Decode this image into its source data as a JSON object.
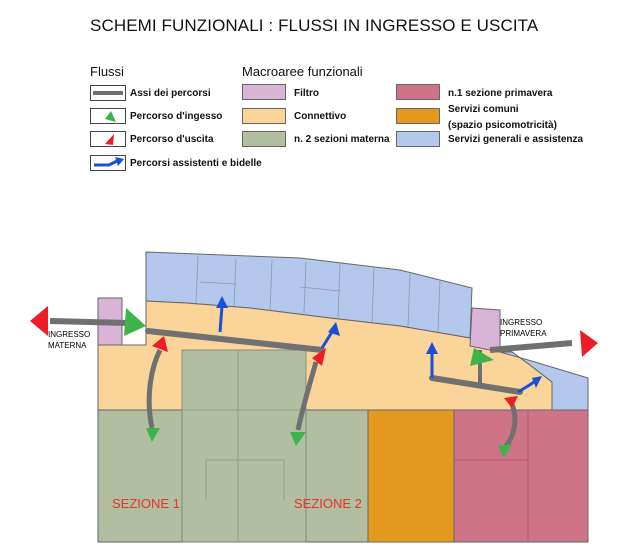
{
  "title": "SCHEMI FUNZIONALI : FLUSSI IN INGRESSO E USCITA",
  "legend": {
    "flows_header": "Flussi",
    "flows": [
      {
        "label": "Assi dei percorsi",
        "icon": "axis-line-icon"
      },
      {
        "label": "Percorso d'ingesso",
        "icon": "green-arrow-icon"
      },
      {
        "label": "Percorso d'uscita",
        "icon": "red-arrow-icon"
      },
      {
        "label": "Percorsi assistenti e bidelle",
        "icon": "blue-arrow-icon"
      }
    ],
    "areas_header": "Macroaree funzionali",
    "areas_col1": [
      {
        "label": "Filtro",
        "color": "#d9b4d6"
      },
      {
        "label": "Connettivo",
        "color": "#fbd49a"
      },
      {
        "label": "n. 2 sezioni materna",
        "color": "#b1bea0"
      }
    ],
    "areas_col2": [
      {
        "label": "n.1 sezione primavera",
        "color": "#cf7388"
      },
      {
        "label_line1": "Servizi comuni",
        "label_line2": "(spazio psicomotricità)",
        "color": "#e4991e"
      },
      {
        "label": "Servizi generali e assistenza",
        "color": "#b3c8ec"
      }
    ]
  },
  "plan": {
    "entrance_left_line1": "INGRESSO",
    "entrance_left_line2": "MATERNA",
    "entrance_right_line1": "INGRESSO",
    "entrance_right_line2": "PRIMAVERA",
    "section1": "SEZIONE 1",
    "section2": "SEZIONE 2"
  },
  "colors": {
    "filtro": "#d9b4d6",
    "connettivo": "#fbd49a",
    "materna": "#b1bea0",
    "primavera": "#cf7388",
    "servizi_comuni": "#e4991e",
    "servizi_generali": "#b3c8ec",
    "axis": "#707070",
    "green": "#3cb44a",
    "red": "#ee1c25",
    "blue": "#1a4fd8",
    "section_text": "#e8322a"
  }
}
